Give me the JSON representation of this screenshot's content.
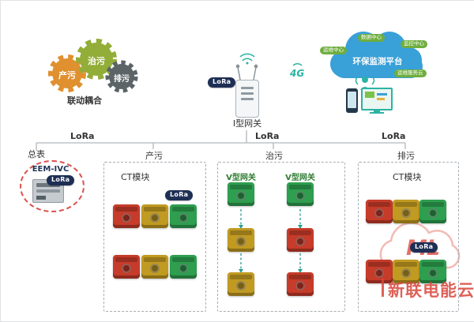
{
  "gears": {
    "gear1_label": "产污",
    "gear2_label": "治污",
    "gear3_label": "排污",
    "caption": "联动耦合"
  },
  "gateway": {
    "lora_badge": "LoRa",
    "label": "I型网关",
    "network_4g": "4G"
  },
  "cloud": {
    "title": "环保监测平台",
    "pill_top": "数据中心",
    "pill_left": "运维中心",
    "pill_right": "监控中心",
    "pill_bottom": "运维服务云"
  },
  "bus": {
    "lora_left": "LoRa",
    "lora_mid": "LoRa",
    "lora_right": "LoRa"
  },
  "meter": {
    "label": "总表",
    "model": "EEM-IVC",
    "lora_badge": "LoRa"
  },
  "box_chanwu": {
    "title": "产污",
    "module_label": "CT模块",
    "lora_badge": "LoRa"
  },
  "box_zhiwu": {
    "title": "治污",
    "gateway_left_label": "V型网关",
    "gateway_right_label": "V型网关"
  },
  "box_paiwu": {
    "title": "排污",
    "module_label": "CT模块",
    "lora_badge": "LoRa"
  },
  "watermark": {
    "logo": "ML",
    "name": "新联电能云"
  },
  "colors": {
    "module_red": "#c63b2a",
    "module_yellow": "#c19a22",
    "module_green": "#2e9e4f",
    "gear_orange": "#e0902f",
    "gear_green": "#93ad39",
    "gear_dark": "#5c6468",
    "cloud_blue": "#39a0d8",
    "pill_green": "#6fae3f",
    "badge_navy": "#1e2f55",
    "accent_teal": "#2bb3a3",
    "watermark_red": "#d9463c"
  }
}
